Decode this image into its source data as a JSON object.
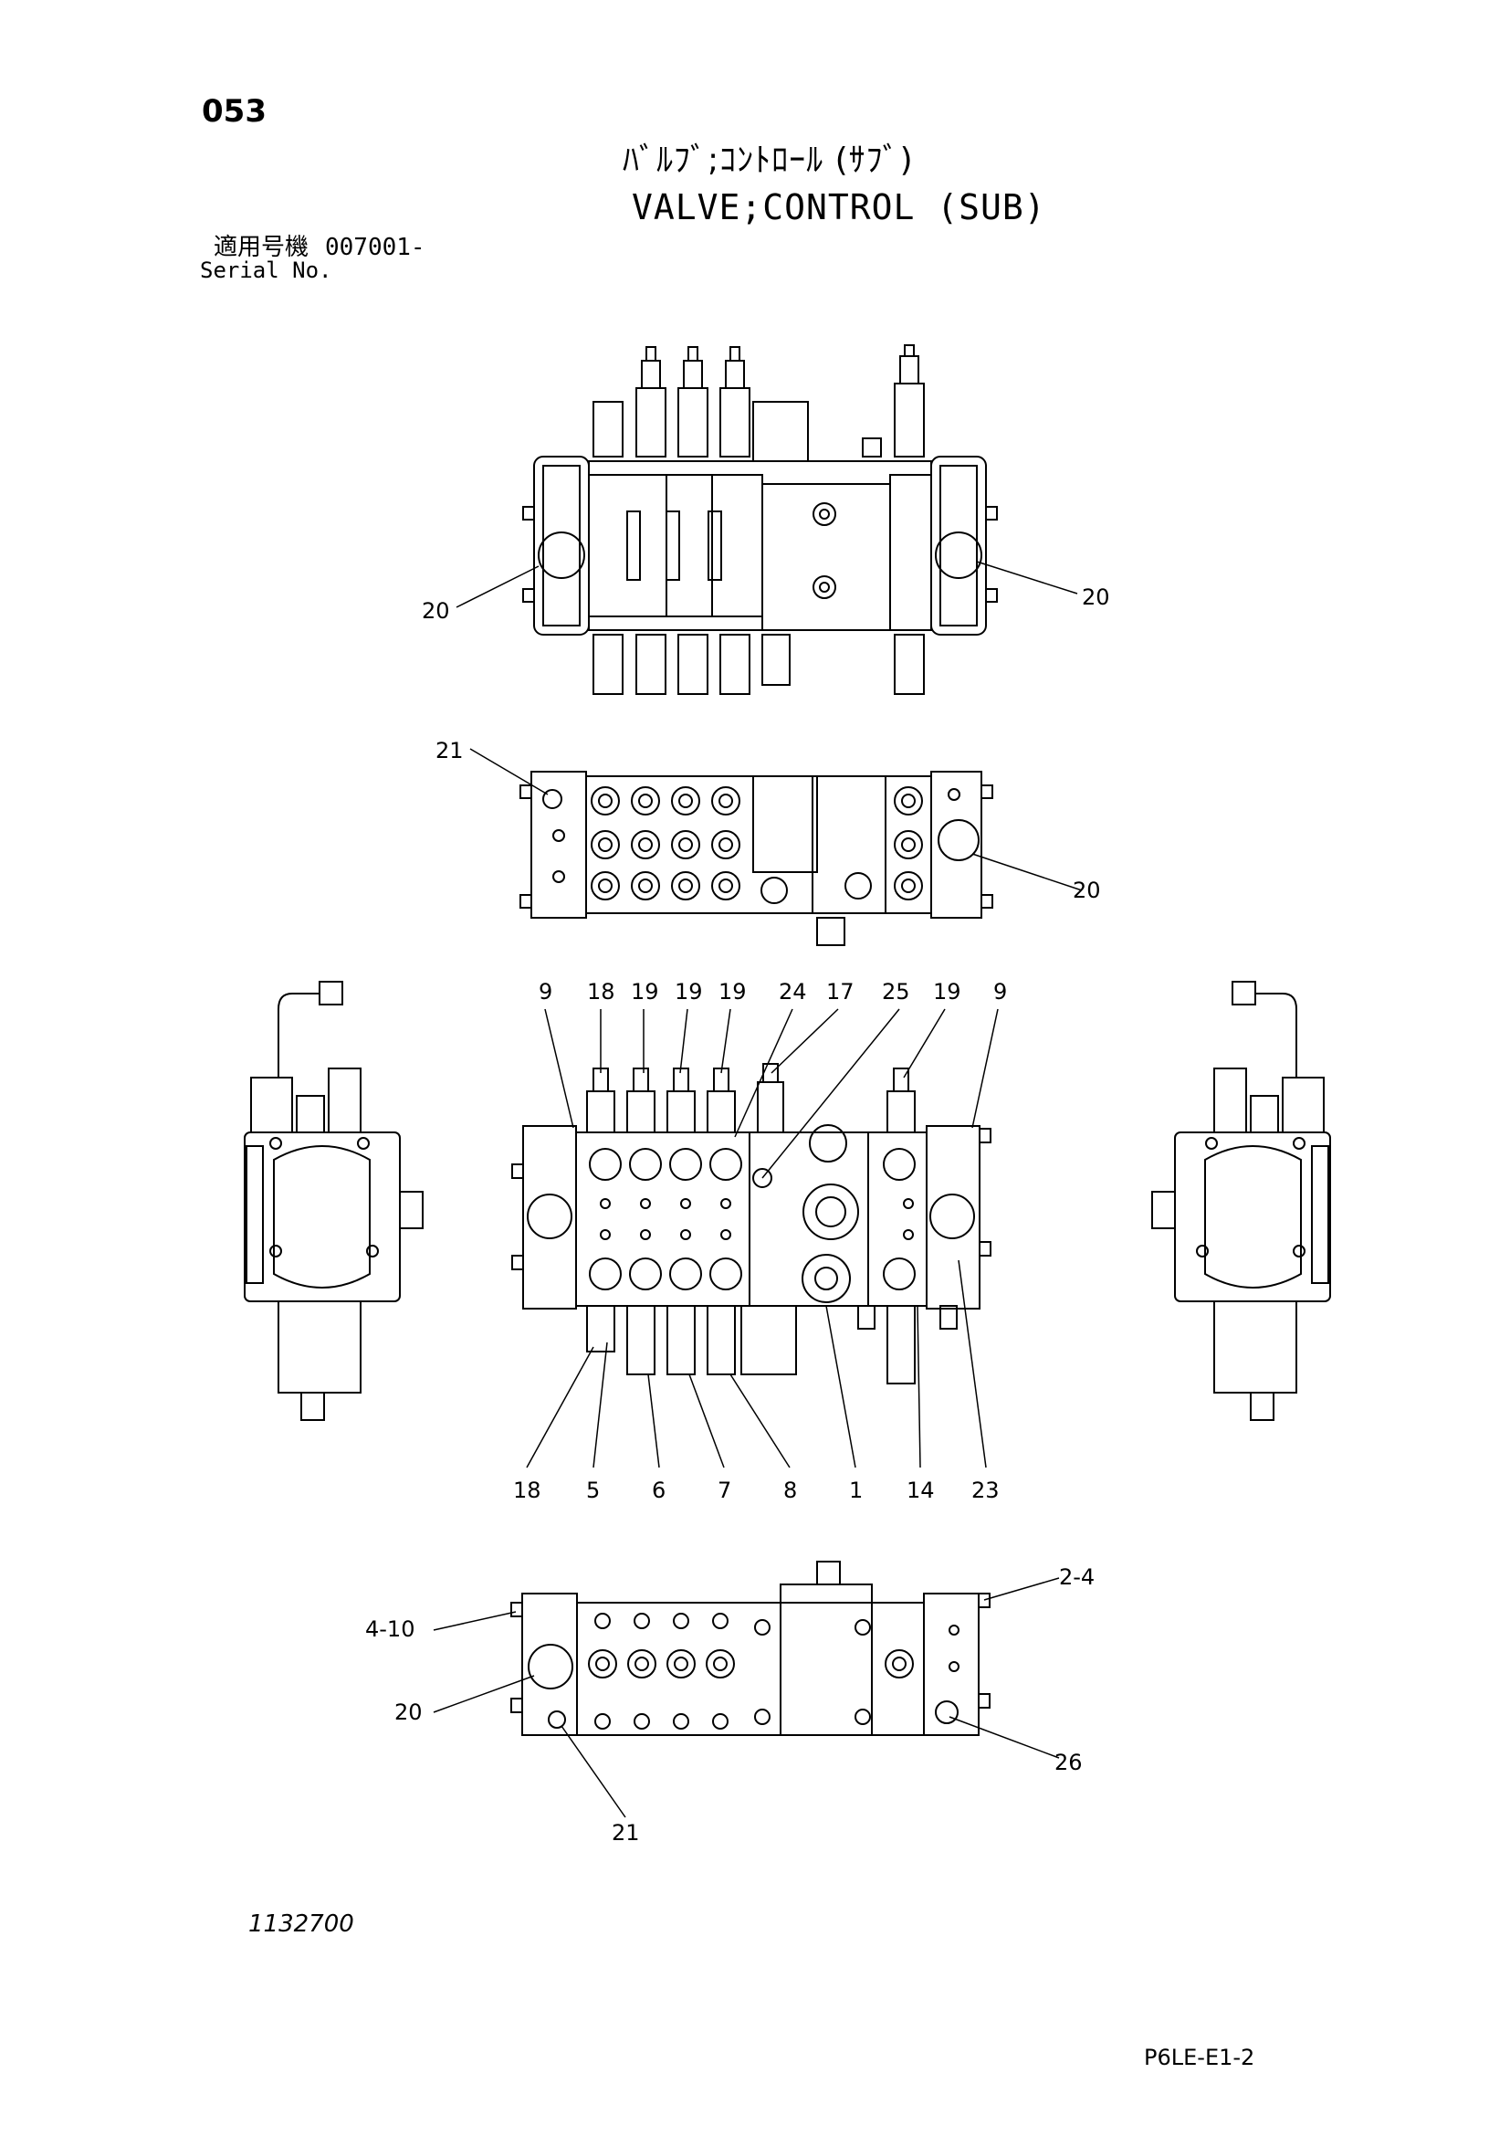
{
  "page_number": "053",
  "title": {
    "jp": "ﾊﾞﾙﾌﾞ;ｺﾝﾄﾛｰﾙ (ｻﾌﾞ)",
    "en": "VALVE;CONTROL (SUB)"
  },
  "serial": {
    "label_jp": "適用号機",
    "value": "007001-",
    "label_en": "Serial No."
  },
  "figure_number": "1132700",
  "doc_code": "P6LE-E1-2",
  "callouts": {
    "top_view": [
      "20",
      "20"
    ],
    "upper_side_view": [
      "21",
      "20"
    ],
    "front_view_top": [
      "9",
      "18",
      "19",
      "19",
      "19",
      "24",
      "17",
      "25",
      "19",
      "9"
    ],
    "front_view_bottom": [
      "18",
      "5",
      "6",
      "7",
      "8",
      "1",
      "14",
      "23"
    ],
    "bottom_view": [
      "2-4",
      "4-10",
      "20",
      "26",
      "21"
    ]
  }
}
